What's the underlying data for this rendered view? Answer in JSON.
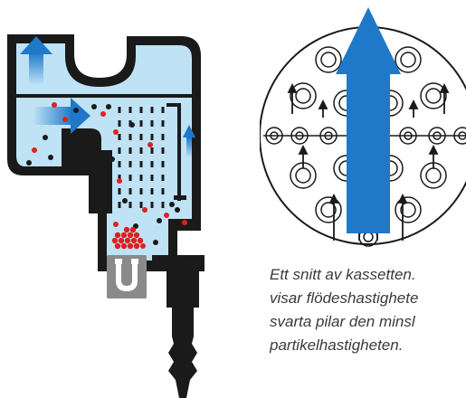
{
  "caption": {
    "lines": [
      "Ett snitt av kassetten.",
      "visar flödeshastighete",
      "svarta pilar den minsl",
      "partikelhastigheten."
    ]
  },
  "icons": {
    "left_diagram": "filter-device-cross-section",
    "right_diagram": "cassette-cross-section",
    "magnet": "magnet-icon",
    "outlet_arrow": "up-arrow-icon",
    "inlet_arrow": "right-arrow-icon",
    "flow_arrow": "large-up-arrow-icon"
  },
  "colors": {
    "water": "#bfe3f5",
    "flow_blue": "#1f78c8",
    "housing": "#1a1a1a",
    "particle_red": "#e02020",
    "particle_black": "#1a1a1a",
    "magnet_gray": "#8a8a8a"
  }
}
